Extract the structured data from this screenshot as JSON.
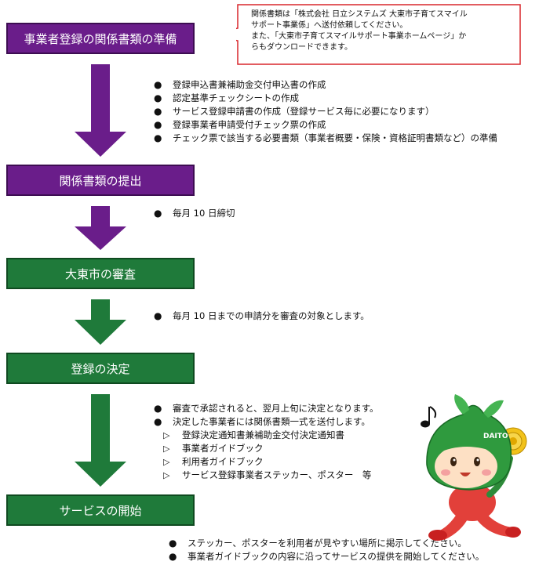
{
  "callout": {
    "line1": "関係書類は「株式会社 日立システムズ 大東市子育てスマイル",
    "line2": "サポート事業係」へ送付依頼してください。",
    "line3": "また、「大東市子育てスマイルサポート事業ホームページ」か",
    "line4": "らもダウンロードできます。"
  },
  "steps": [
    {
      "label": "事業者登録の関係書類の準備",
      "color": "#6a1d8a"
    },
    {
      "label": "関係書類の提出",
      "color": "#6a1d8a"
    },
    {
      "label": "大東市の審査",
      "color": "#1f7a3a"
    },
    {
      "label": "登録の決定",
      "color": "#1f7a3a"
    },
    {
      "label": "サービスの開始",
      "color": "#1f7a3a"
    }
  ],
  "notes": {
    "prepare": [
      "登録申込書兼補助金交付申込書の作成",
      "認定基準チェックシートの作成",
      "サービス登録申請書の作成（登録サービス毎に必要になります）",
      "登録事業者申請受付チェック票の作成",
      "チェック票で該当する必要書類（事業者概要・保険・資格証明書類など）の準備"
    ],
    "submit": [
      "毎月 10 日締切"
    ],
    "review": [
      "毎月 10 日までの申請分を審査の対象とします。"
    ],
    "decision": [
      "審査で承認されると、翌月上旬に決定となります。",
      "決定した事業者には関係書類一式を送付します。"
    ],
    "decision_docs": [
      "登録決定通知書兼補助金交付決定通知書",
      "事業者ガイドブック",
      "利用者ガイドブック",
      "サービス登録事業者ステッカー、ポスター　等"
    ],
    "start": [
      "ステッカー、ポスターを利用者が見やすい場所に掲示してください。",
      "事業者ガイドブックの内容に沿ってサービスの提供を開始してください。"
    ]
  },
  "mascot": {
    "badge": "DAITO",
    "icon": "music-note-icon"
  }
}
